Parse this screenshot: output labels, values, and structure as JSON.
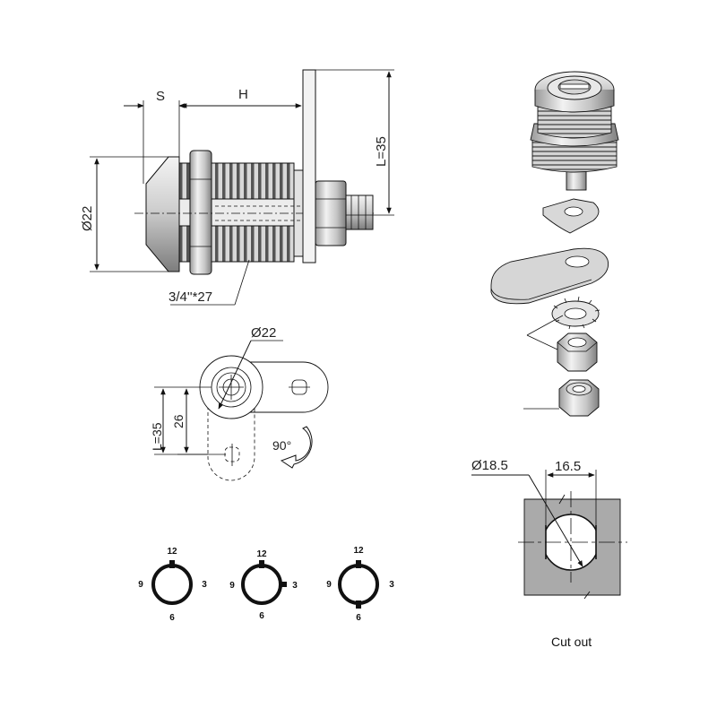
{
  "side_view": {
    "label_s": "S",
    "label_h": "H",
    "label_diameter": "Ø22",
    "label_length": "L=35",
    "label_thread": "3/4''*27"
  },
  "cam_view": {
    "label_diameter": "Ø22",
    "label_length": "L=35",
    "label_offset": "26",
    "label_rotation": "90°"
  },
  "positions": [
    {
      "top": "12",
      "right": "3",
      "bottom": "6",
      "left": "9",
      "active": [
        "12"
      ]
    },
    {
      "top": "12",
      "right": "3",
      "bottom": "6",
      "left": "9",
      "active": [
        "12",
        "3"
      ]
    },
    {
      "top": "12",
      "right": "3",
      "bottom": "6",
      "left": "9",
      "active": [
        "12",
        "6"
      ]
    }
  ],
  "cutout": {
    "label_diameter": "Ø18.5",
    "label_flat": "16.5",
    "caption": "Cut out"
  },
  "colors": {
    "line": "#111111",
    "metal_light": "#eeeeee",
    "metal_mid": "#c8c8c8",
    "metal_dark": "#8c8c8c",
    "panel": "#aaaaaa"
  }
}
